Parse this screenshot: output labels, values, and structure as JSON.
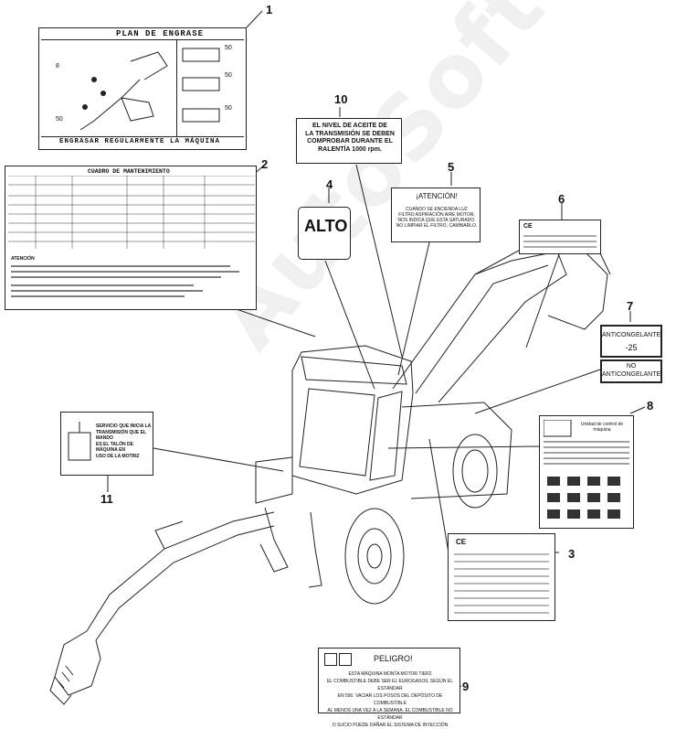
{
  "watermark": "AutoSoft",
  "callouts": [
    "1",
    "2",
    "3",
    "4",
    "5",
    "6",
    "7",
    "8",
    "9",
    "10",
    "11"
  ],
  "decal1": {
    "title": "PLAN DE ENGRASE",
    "footer": "ENGRASAR REGULARMENTE LA MÁQUINA",
    "marks": [
      "8",
      "50",
      "50",
      "50",
      "50"
    ]
  },
  "decal2": {
    "title": "CUADRO DE MANTENIMIENTO",
    "attention": "ATENCIÓN"
  },
  "decal3": {
    "logo": "CE"
  },
  "decal4": {
    "brand": "ALTO"
  },
  "decal5": {
    "title": "¡ATENCIÓN!",
    "lines": [
      "CUANDO SE ENCIENDA LUZ",
      "FILTRO ASPIRACIÓN AIRE MOTOR,",
      "NOS INDICA QUE ESTA SATURADO.",
      "NO LIMPIAR EL FILTRO, CAMBIARLO."
    ]
  },
  "decal6": {
    "logo": "CE"
  },
  "decal7": {
    "label": "ANTICONGELANTE",
    "value": "-25"
  },
  "decal7b": {
    "label": "NO",
    "label2": "ANTICONGELANTE"
  },
  "decal8": {
    "title": "Unidad de control de máquina"
  },
  "decal9": {
    "title": "PELIGRO!",
    "lines": [
      "ESTA MÁQUINA MONTA MOTOR TIER2",
      "EL COMBUSTIBLE DEBE SER EL EUROGASOIL SEGÚN EL ESTÁNDAR",
      "EN 590. VACIAR LOS POSOS DEL DEPÓSITO DE COMBUSTIBLE",
      "AL MENOS UNA VEZ A LA SEMANA. EL COMBUSTIBLE NO ESTÁNDAR",
      "O SUCIO PUEDE DAÑAR EL SISTEMA DE INYECCIÓN"
    ]
  },
  "decal10": {
    "lines": [
      "EL NIVEL DE ACEITE DE",
      "LA TRANSMISIÓN SE DEBEN",
      "COMPROBAR DURANTE EL",
      "RALENTÍA 1000 rpm."
    ]
  },
  "decal11": {
    "lines": [
      "SERVICIO QUE INICIA LA",
      "TRANSMISIÓN QUE EL MANDO",
      "ES EL TALÓN DE MÁQUINA EN",
      "USO DE LA MOTRIZ"
    ]
  }
}
